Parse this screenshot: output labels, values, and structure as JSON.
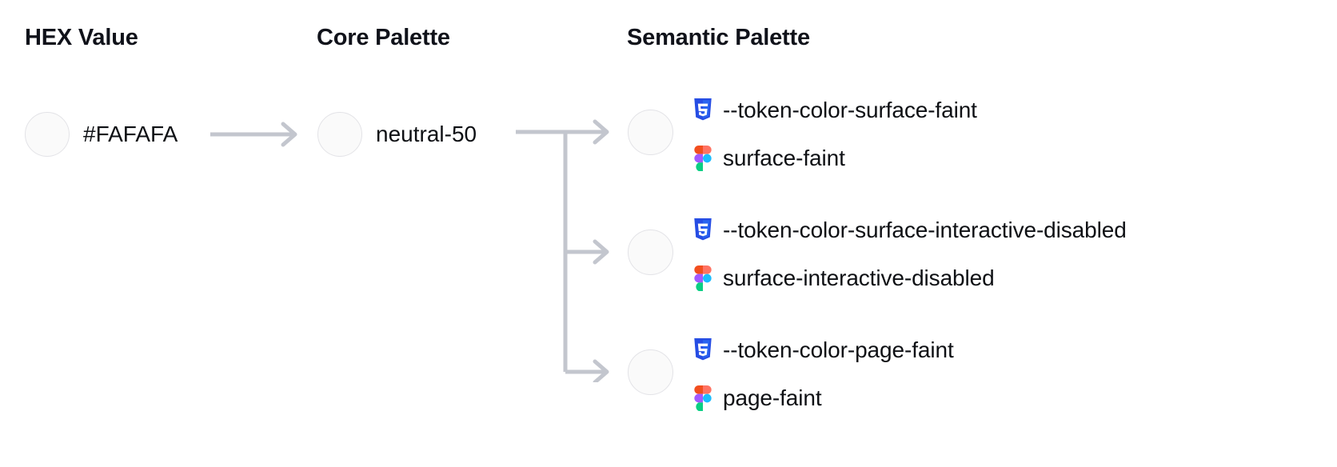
{
  "columns": [
    {
      "id": "hex",
      "title": "HEX Value"
    },
    {
      "id": "core",
      "title": "Core Palette"
    },
    {
      "id": "semantic",
      "title": "Semantic Palette"
    }
  ],
  "hex": {
    "value": "#FAFAFA",
    "swatch_color": "#FAFAFA"
  },
  "core": {
    "value": "neutral-50",
    "swatch_color": "#FAFAFA"
  },
  "semantic": {
    "swatch_color": "#FAFAFA",
    "tokens": [
      {
        "css_icon": "css3-icon",
        "css_token": "--token-color-surface-faint",
        "figma_icon": "figma-icon",
        "figma_token": "surface-faint"
      },
      {
        "css_icon": "css3-icon",
        "css_token": "--token-color-surface-interactive-disabled",
        "figma_icon": "figma-icon",
        "figma_token": "surface-interactive-disabled"
      },
      {
        "css_icon": "css3-icon",
        "css_token": "--token-color-page-faint",
        "figma_icon": "figma-icon",
        "figma_token": "page-faint"
      }
    ]
  },
  "connectors": {
    "hex_to_core": "arrow-right",
    "core_to_semantic": "branching-arrow-right"
  },
  "colors": {
    "background": "#FFFFFF",
    "text": "#0E1014",
    "heading": "#10121A",
    "swatch_border": "#E3E3E7",
    "arrow": "#C3C6CE",
    "css_blue": "#264DE4",
    "css_blue_dark": "#2965F1",
    "figma_orange": "#F24E1E",
    "figma_purple": "#A259FF",
    "figma_blue": "#1ABCFE",
    "figma_green": "#0ACF83",
    "figma_red": "#FF7262"
  }
}
